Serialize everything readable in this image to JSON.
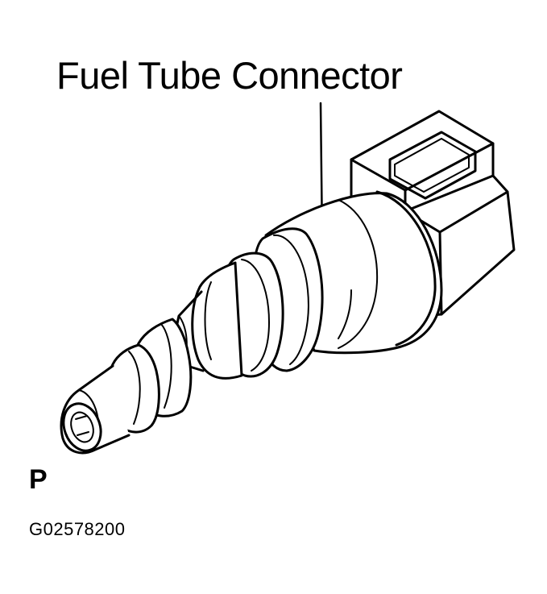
{
  "diagram": {
    "callout_label": "Fuel Tube Connector",
    "view_letter": "P",
    "figure_code": "G02578200"
  },
  "colors": {
    "line": "#000000",
    "background": "#ffffff"
  }
}
